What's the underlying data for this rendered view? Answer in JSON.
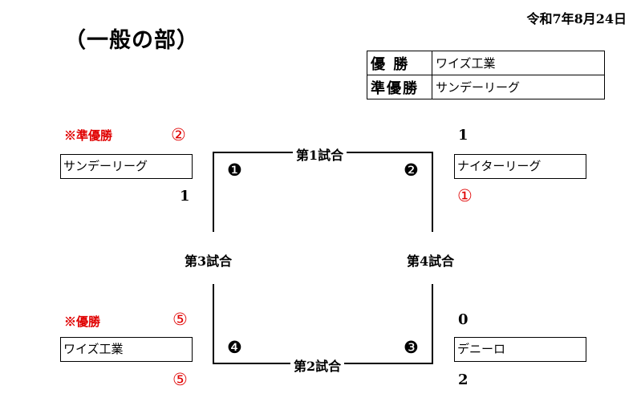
{
  "header": {
    "date": "令和7年8月24日",
    "title": "（一般の部）"
  },
  "results_table": [
    {
      "rank": "優 勝",
      "team": "ワイズ工業"
    },
    {
      "rank": "準優勝",
      "team": "サンデーリーグ"
    }
  ],
  "bracket": {
    "left_top": {
      "note": "※準優勝",
      "rank_mark": "②",
      "team": "サンデーリーグ",
      "score": "1"
    },
    "left_bottom": {
      "note": "※優勝",
      "rank_mark_top": "⑤",
      "team": "ワイズ工業",
      "rank_mark_bottom": "⑤"
    },
    "right_top": {
      "score": "1",
      "team": "ナイターリーグ",
      "rank_mark": "①"
    },
    "right_bottom": {
      "score_top": "0",
      "team": "デニーロ",
      "score_bottom": "2"
    },
    "matches": {
      "m1": "第1試合",
      "m2": "第2試合",
      "m3": "第3試合",
      "m4": "第4試合"
    },
    "match_numbers": {
      "n1": "❶",
      "n2": "❷",
      "n3": "❸",
      "n4": "❹"
    }
  }
}
